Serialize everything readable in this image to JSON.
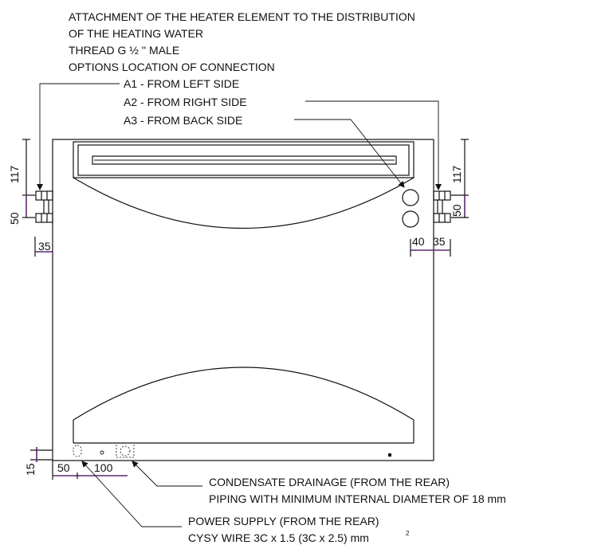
{
  "notes": {
    "attachment_line1": "ATTACHMENT OF THE HEATER ELEMENT TO THE DISTRIBUTION",
    "attachment_line2": "OF THE HEATING WATER",
    "thread": "THREAD G ½ '' MALE",
    "options": "OPTIONS LOCATION OF CONNECTION",
    "a1": "A1 - FROM LEFT SIDE",
    "a2": "A2 - FROM RIGHT SIDE",
    "a3": "A3 - FROM BACK SIDE",
    "condensate_line1": "CONDENSATE DRAINAGE (FROM THE REAR)",
    "condensate_line2": "PIPING WITH MINIMUM INTERNAL DIAMETER OF 18 mm",
    "power_line1": "POWER SUPPLY  (FROM THE REAR)",
    "power_line2": "CYSY WIRE 3C x 1.5 (3C x 2.5) mm",
    "power_sup": "2"
  },
  "dimensions": {
    "left_117": "117",
    "left_50": "50",
    "left_35": "35",
    "right_117": "117",
    "right_50": "50",
    "right_40": "40",
    "right_35": "35",
    "bottom_15": "15",
    "bottom_50": "50",
    "bottom_100": "100"
  }
}
